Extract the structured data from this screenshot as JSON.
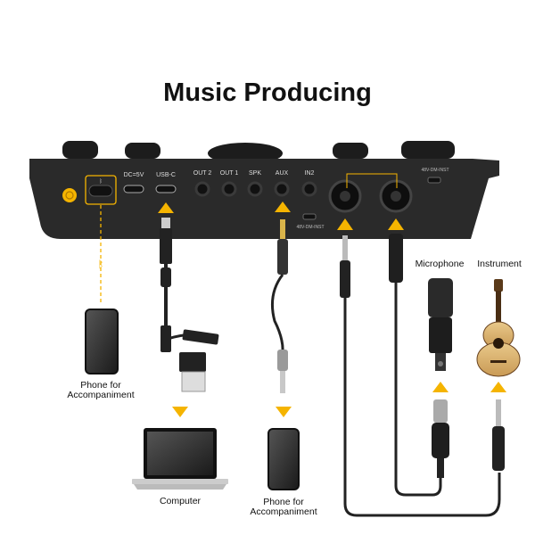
{
  "title": "Music Producing",
  "ports": {
    "dc": "DC=5V",
    "usbc": "USB-C",
    "out2": "OUT 2",
    "out1": "OUT 1",
    "spk": "SPK",
    "aux": "AUX",
    "in2": "IN2",
    "switch_label": "48V-DM-INST"
  },
  "labels": {
    "phone_left_line1": "Phone for",
    "phone_left_line2": "Accompaniment",
    "computer": "Computer",
    "phone_bottom_line1": "Phone for",
    "phone_bottom_line2": "Accompaniment",
    "microphone": "Microphone",
    "instrument": "Instrument"
  },
  "colors": {
    "accent": "#f5b400",
    "device": "#2a2a2a"
  }
}
